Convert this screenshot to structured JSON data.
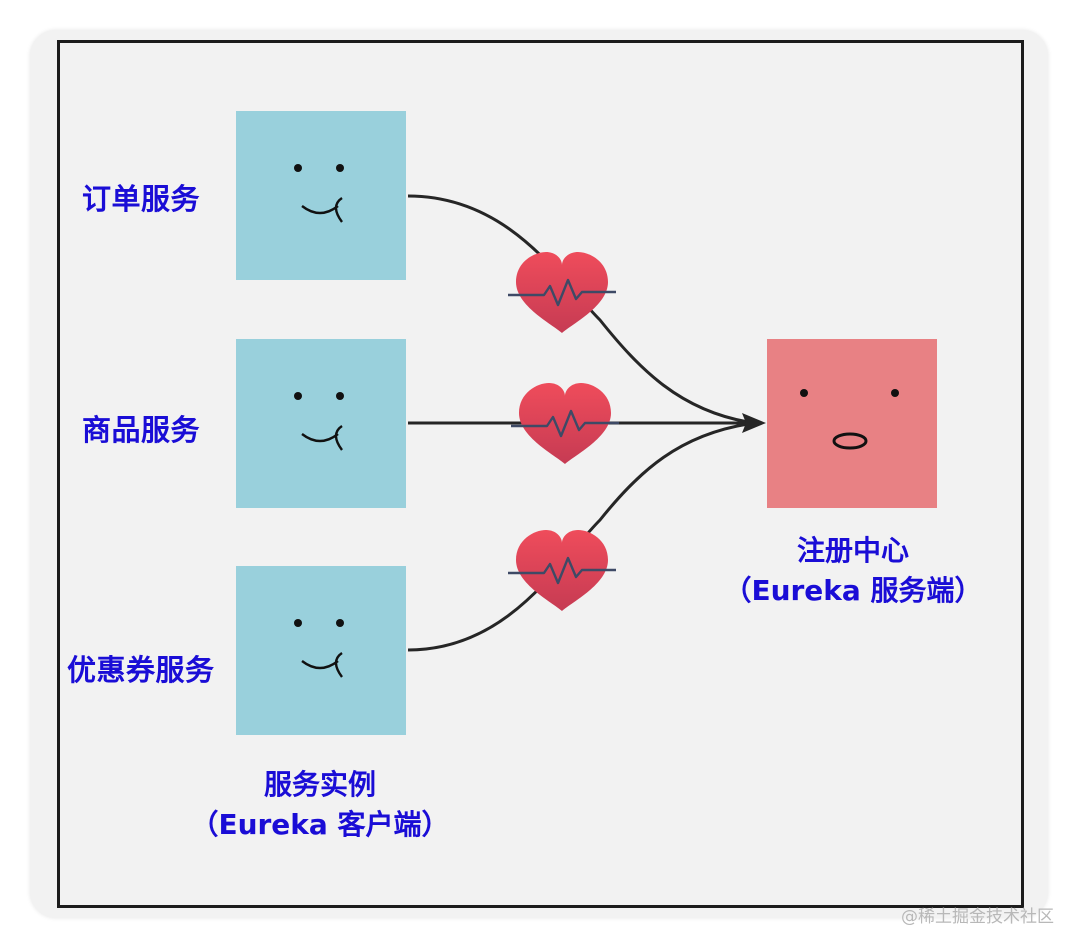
{
  "services": [
    {
      "name": "订单服务"
    },
    {
      "name": "商品服务"
    },
    {
      "name": "优惠券服务"
    }
  ],
  "clients_caption": {
    "line1": "服务实例",
    "line2": "（Eureka 客户端）"
  },
  "registry_caption": {
    "line1": "注册中心",
    "line2": "（Eureka 服务端）"
  },
  "watermark": "@稀土掘金技术社区",
  "colors": {
    "client_box": "#99d0dc",
    "registry_box": "#e88184",
    "label_text": "#1a0dd6",
    "heart": "#e04656",
    "connector": "#262626"
  }
}
